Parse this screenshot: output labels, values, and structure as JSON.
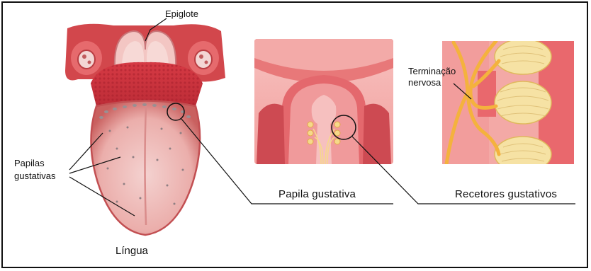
{
  "labels": {
    "epiglote": "Epiglote",
    "papilas_line1": "Papilas",
    "papilas_line2": "gustativas",
    "terminacao_line1": "Terminação",
    "terminacao_line2": "nervosa",
    "papila_gustativa": "Papila gustativa",
    "recetores_gustativos": "Recetores gustativos",
    "lingua": "Língua"
  },
  "colors": {
    "tongue": "#e9a7a5",
    "tongue_dark": "#c8504f",
    "tongue_root": "#cf3f45",
    "tissue_pink": "#f2a8a6",
    "receptor_yellow": "#f6d98a",
    "nerve_orange": "#f4b23d",
    "outline": "#111111"
  }
}
